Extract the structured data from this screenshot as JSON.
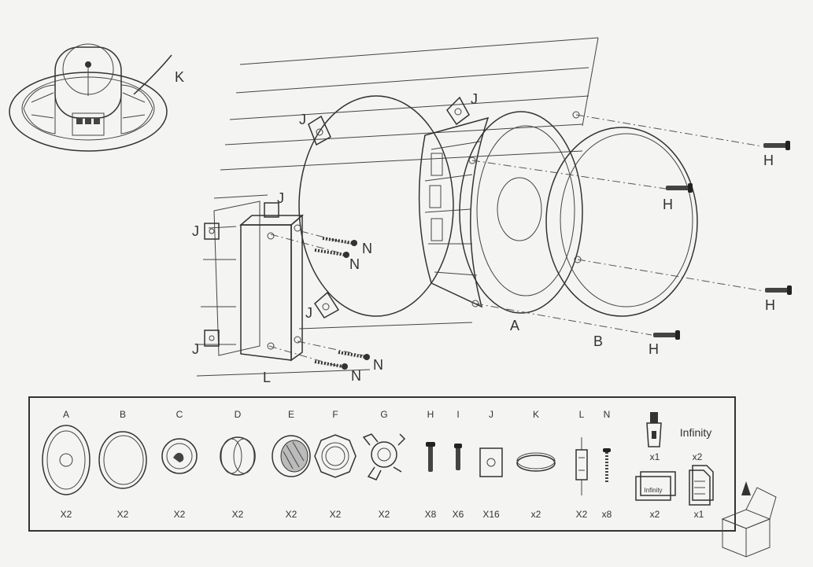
{
  "callouts": {
    "K": "K",
    "J": "J",
    "N": "N",
    "H": "H",
    "A": "A",
    "B": "B",
    "L": "L"
  },
  "parts": [
    {
      "letter": "A",
      "qty": "X2"
    },
    {
      "letter": "B",
      "qty": "X2"
    },
    {
      "letter": "C",
      "qty": "X2"
    },
    {
      "letter": "D",
      "qty": "X2"
    },
    {
      "letter": "E",
      "qty": "X2"
    },
    {
      "letter": "F",
      "qty": "X2"
    },
    {
      "letter": "G",
      "qty": "X2"
    },
    {
      "letter": "H",
      "qty": "X8"
    },
    {
      "letter": "I",
      "qty": "X6"
    },
    {
      "letter": "J",
      "qty": "X16"
    },
    {
      "letter": "K",
      "qty": "x2"
    },
    {
      "letter": "L",
      "qty": "X2"
    },
    {
      "letter": "N",
      "qty": "x8"
    }
  ],
  "extras": {
    "brand": "Infinity",
    "qty_a": "x1",
    "qty_b": "x2",
    "qty_c": "x2",
    "qty_d": "x1"
  }
}
